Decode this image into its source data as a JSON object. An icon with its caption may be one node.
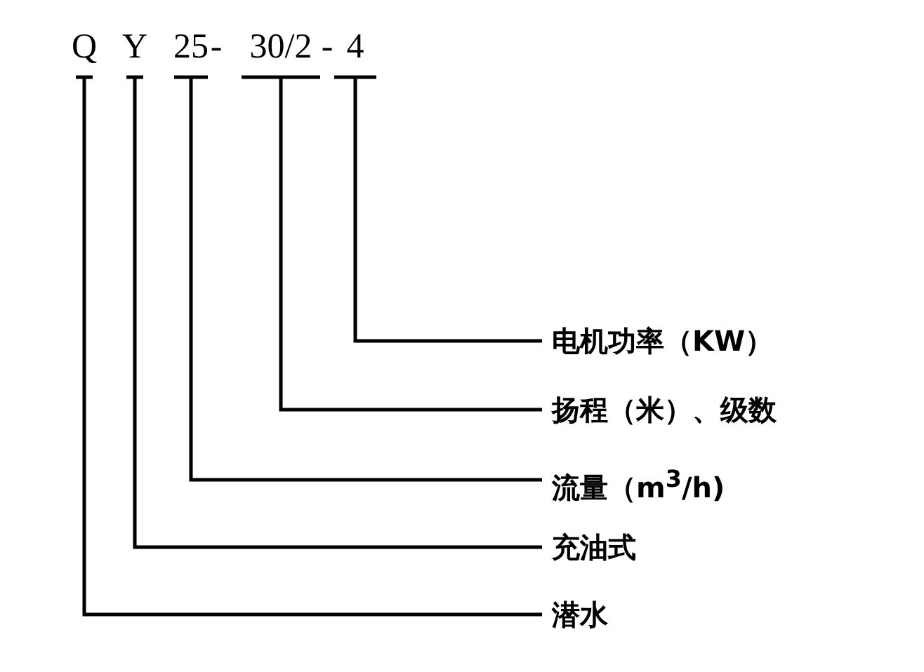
{
  "diagram": {
    "nodes": [
      {
        "text": [
          "Q"
        ]
      },
      {
        "text": [
          "Y"
        ]
      },
      {
        "text": [
          "25"
        ]
      },
      {
        "text": [
          "30/2"
        ]
      },
      {
        "text": [
          "4"
        ]
      },
      {
        "text": [
          "电机功率（KW）"
        ]
      },
      {
        "text": [
          "扬程（米）、级数"
        ]
      },
      {
        "text": [
          "流量（m$^{3}$/h)"
        ]
      },
      {
        "text": [
          "充油式"
        ]
      },
      {
        "text": [
          "潜水"
        ]
      }
    ],
    "edges": [
      {
        "from": 4,
        "to": 5,
        "arrow": "none"
      },
      {
        "from": 3,
        "to": 6,
        "arrow": "none"
      },
      {
        "from": 2,
        "to": 7,
        "arrow": "none"
      },
      {
        "from": 1,
        "to": 8,
        "arrow": "none"
      },
      {
        "from": 0,
        "to": 9,
        "arrow": "none"
      }
    ],
    "labels": [
      "-",
      "-"
    ]
  }
}
